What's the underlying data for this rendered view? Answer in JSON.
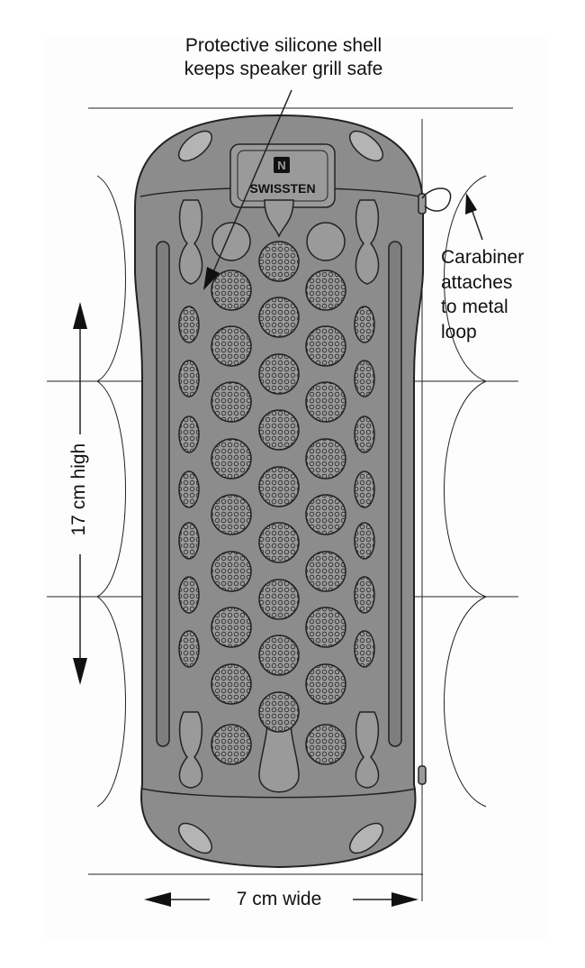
{
  "callouts": {
    "shell": [
      "Protective silicone shell",
      "keeps speaker grill safe"
    ],
    "carabiner": [
      "Carabiner",
      "attaches",
      "to metal",
      "loop"
    ]
  },
  "dimensions": {
    "width_label": "7 cm wide",
    "height_label": "17 cm high"
  },
  "product": {
    "brand_logo_text": "SWISSTEN",
    "brand_logo_mark": "N",
    "body_color": "#8c8c8c",
    "outline_color": "#222222"
  }
}
